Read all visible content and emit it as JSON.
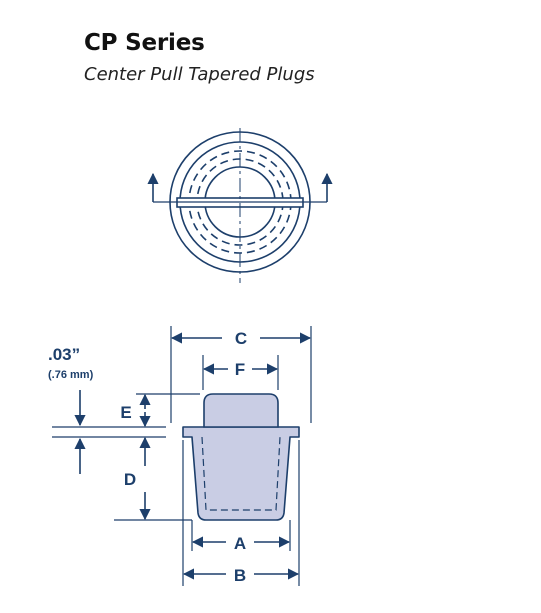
{
  "header": {
    "title": "CP Series",
    "subtitle": "Center Pull Tapered Plugs"
  },
  "dimensions": {
    "A": "A",
    "B": "B",
    "C": "C",
    "D": "D",
    "E": "E",
    "F": "F"
  },
  "flange_note": {
    "inches": ".03”",
    "mm": "(.76 mm)"
  },
  "colors": {
    "line": "#1d3f6b",
    "plug_fill": "#c9cde4",
    "text": "#111111"
  }
}
